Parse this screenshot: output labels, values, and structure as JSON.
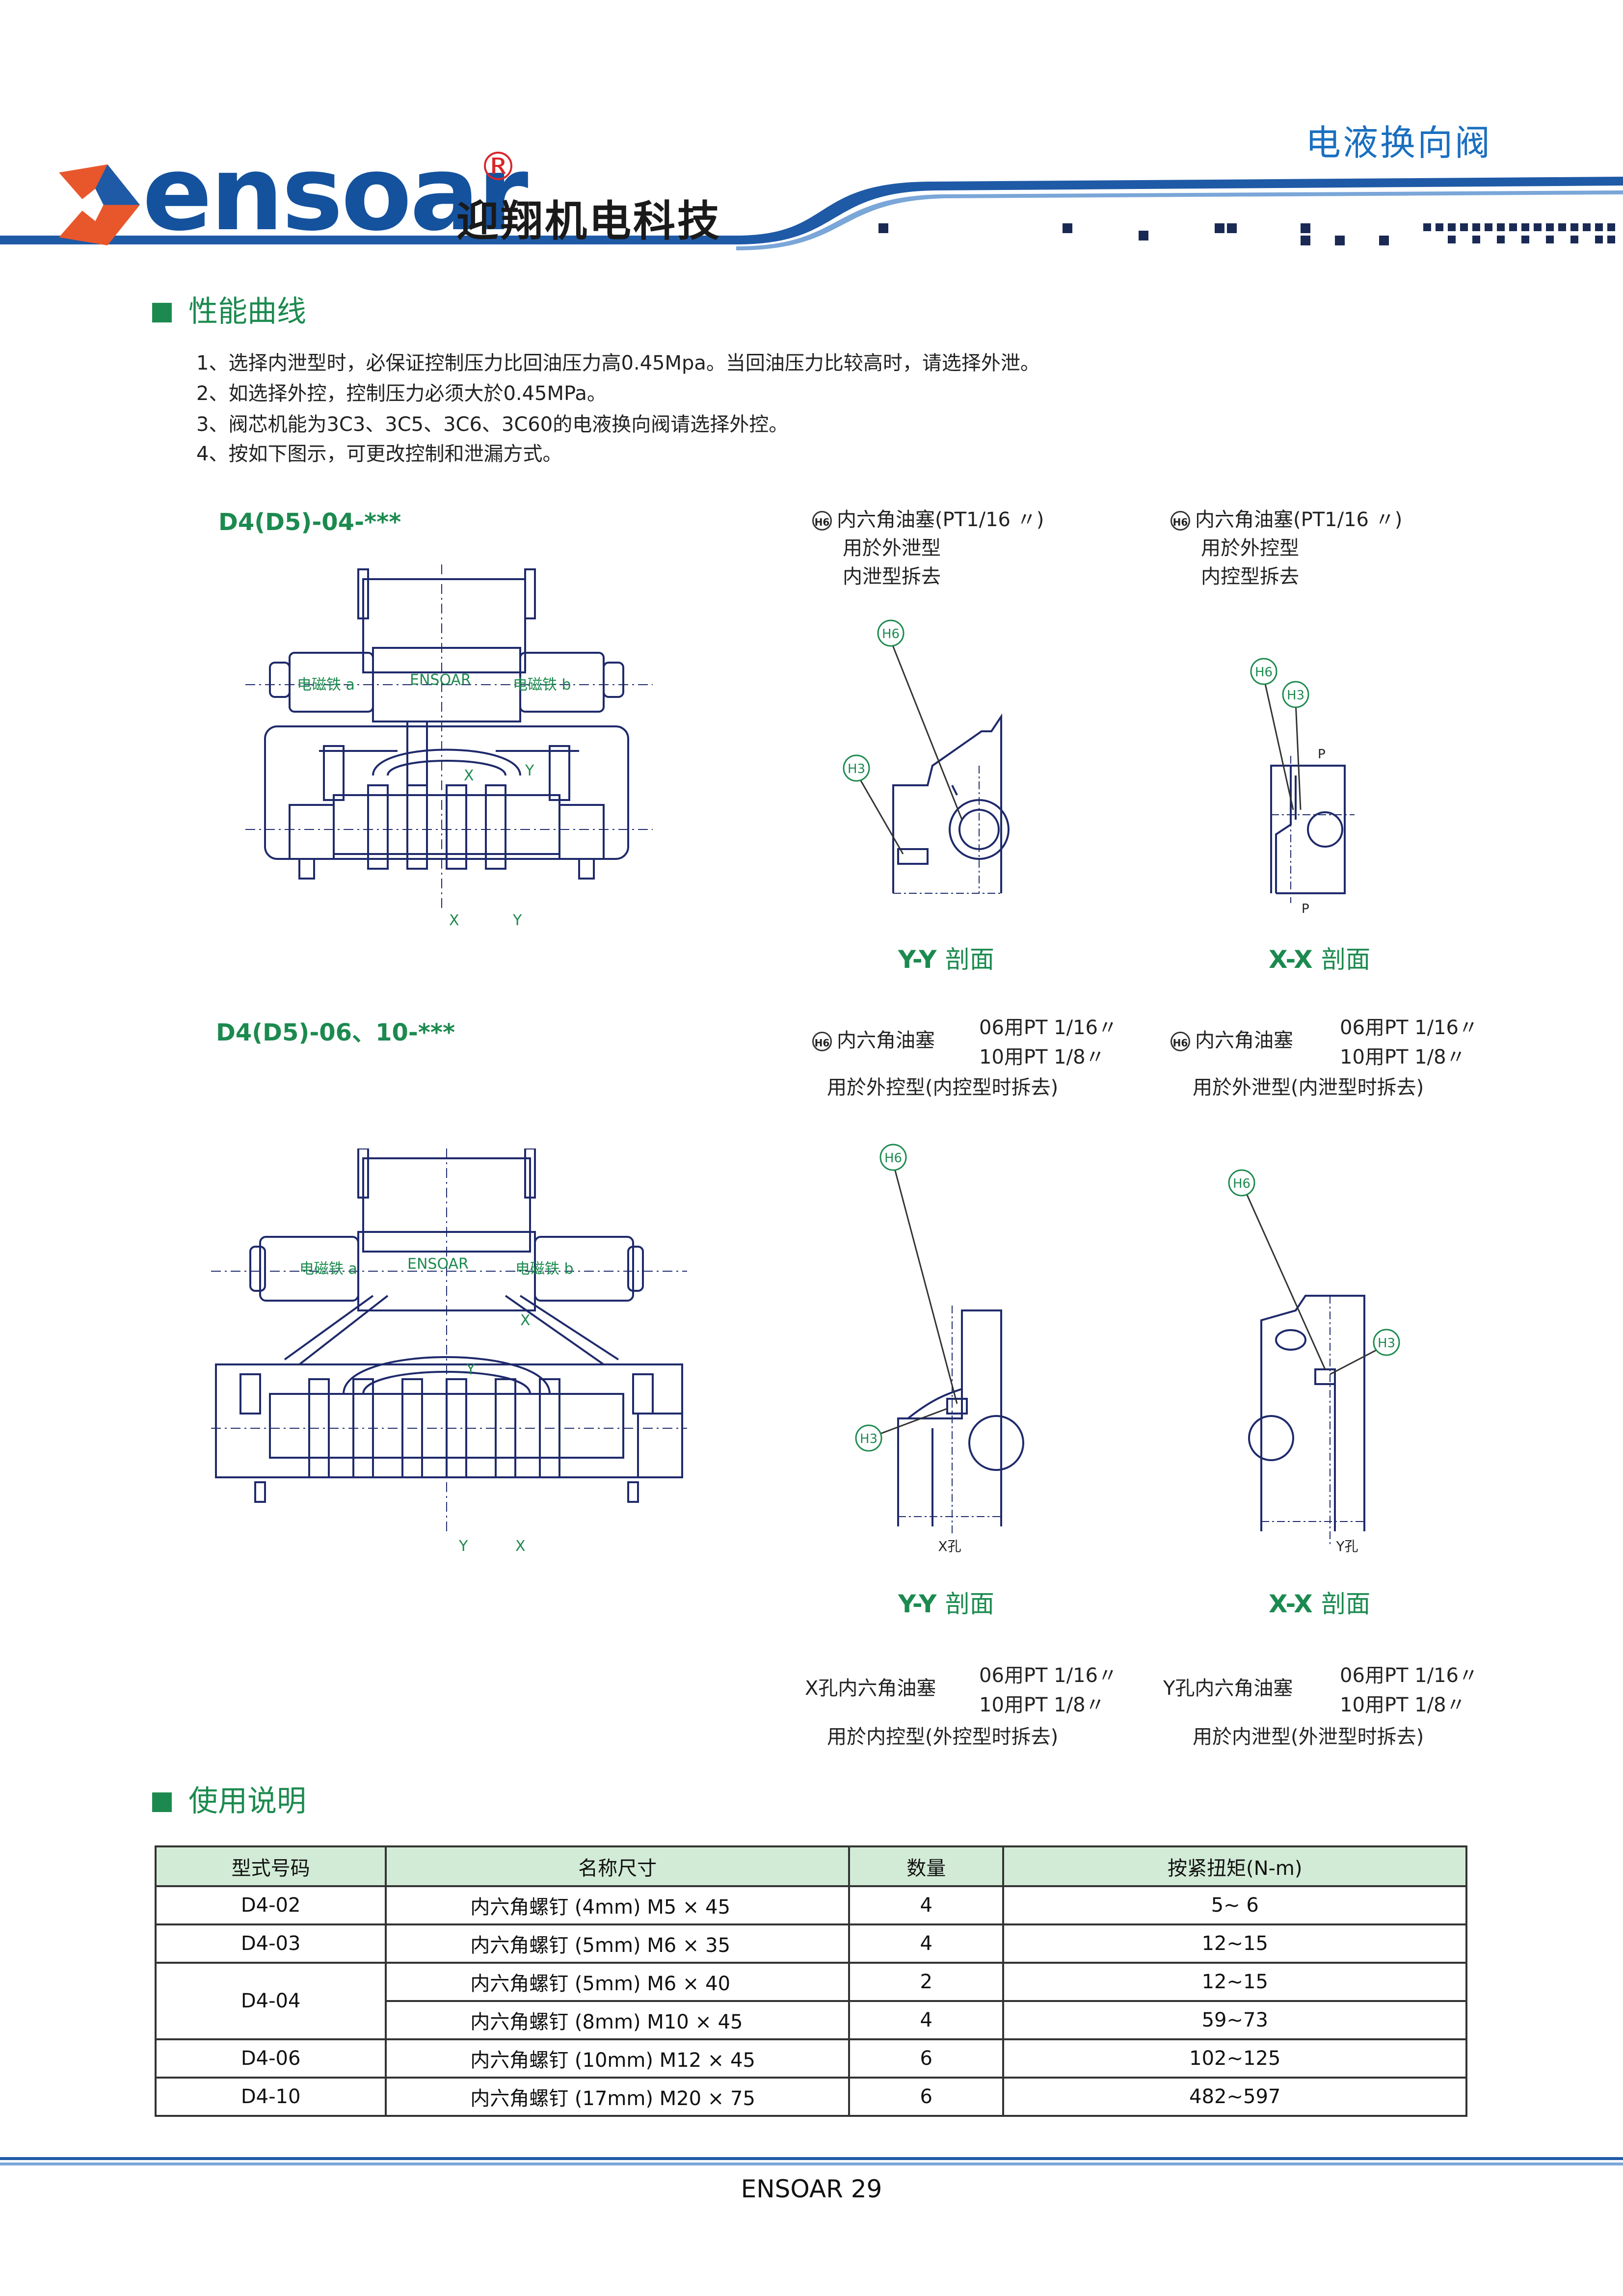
{
  "header": {
    "brand": "ensoar",
    "brand_mark": "®",
    "brand_cn": "迎翔机电科技",
    "doc_title": "电液换向阀"
  },
  "section1": {
    "title": "性能曲线",
    "notes": [
      "1、选择内泄型时，必保证控制压力比回油压力高0.45Mpa。当回油压力比较高时，请选择外泄。",
      "2、如选择外控，控制压力必须大於0.45MPa。",
      "3、阀芯机能为3C3、3C5、3C6、3C60的电液换向阀请选择外控。",
      "4、按如下图示，可更改控制和泄漏方式。"
    ]
  },
  "fig1": {
    "model": "D4(D5)-04-***",
    "valve_labels": {
      "coil_a": "电磁铁 a",
      "brand": "ENSOAR",
      "coil_b": "电磁铁 b",
      "x": "X",
      "y": "Y"
    },
    "left_note": {
      "badge": "H6",
      "line1": "内六角油塞(PT1/16 〃)",
      "line2": "用於外泄型",
      "line3": "内泄型拆去"
    },
    "right_note": {
      "badge": "H6",
      "line1": "内六角油塞(PT1/16 〃)",
      "line2": "用於外控型",
      "line3": "内控型拆去"
    },
    "callouts": {
      "h6": "H6",
      "h3": "H3",
      "p": "P"
    },
    "yy_title": "Y-Y",
    "xx_title": "X-X",
    "section_word": "剖面"
  },
  "fig2": {
    "model": "D4(D5)-06、10-***",
    "valve_labels": {
      "coil_a": "电磁铁 a",
      "brand": "ENSOAR",
      "coil_b": "电磁铁 b",
      "x": "X",
      "y": "Y"
    },
    "left_top": {
      "badge": "H6",
      "name": "内六角油塞",
      "size1": "06用PT 1/16〃",
      "size2": "10用PT 1/8〃",
      "usage": "用於外控型(内控型时拆去)"
    },
    "right_top": {
      "badge": "H6",
      "name": "内六角油塞",
      "size1": "06用PT 1/16〃",
      "size2": "10用PT 1/8〃",
      "usage": "用於外泄型(内泄型时拆去)"
    },
    "callouts": {
      "h6": "H6",
      "h3": "H3",
      "x_hole": "X孔",
      "y_hole": "Y孔"
    },
    "yy_title": "Y-Y",
    "xx_title": "X-X",
    "section_word": "剖面",
    "left_bottom": {
      "name": "X孔内六角油塞",
      "size1": "06用PT 1/16〃",
      "size2": "10用PT 1/8〃",
      "usage": "用於内控型(外控型时拆去)"
    },
    "right_bottom": {
      "name": "Y孔内六角油塞",
      "size1": "06用PT 1/16〃",
      "size2": "10用PT 1/8〃",
      "usage": "用於内泄型(外泄型时拆去)"
    }
  },
  "section2": {
    "title": "使用说明",
    "columns": [
      "型式号码",
      "名称尺寸",
      "数量",
      "按紧扭矩(N-m)"
    ],
    "rows": [
      {
        "model": "D4-02",
        "name": "内六角螺钉 (4mm) M5 × 45",
        "qty": "4",
        "torque": "5~ 6"
      },
      {
        "model": "D4-03",
        "name": "内六角螺钉 (5mm) M6 × 35",
        "qty": "4",
        "torque": "12~15"
      },
      {
        "model": "D4-04",
        "name": "内六角螺钉 (5mm) M6 × 40",
        "qty": "2",
        "torque": "12~15"
      },
      {
        "model": "",
        "name": "内六角螺钉 (8mm) M10 × 45",
        "qty": "4",
        "torque": "59~73"
      },
      {
        "model": "D4-06",
        "name": "内六角螺钉 (10mm) M12 × 45",
        "qty": "6",
        "torque": "102~125"
      },
      {
        "model": "D4-10",
        "name": "内六角螺钉 (17mm) M20 × 75",
        "qty": "6",
        "torque": "482~597"
      }
    ]
  },
  "footer": {
    "page_label": "ENSOAR 29"
  }
}
